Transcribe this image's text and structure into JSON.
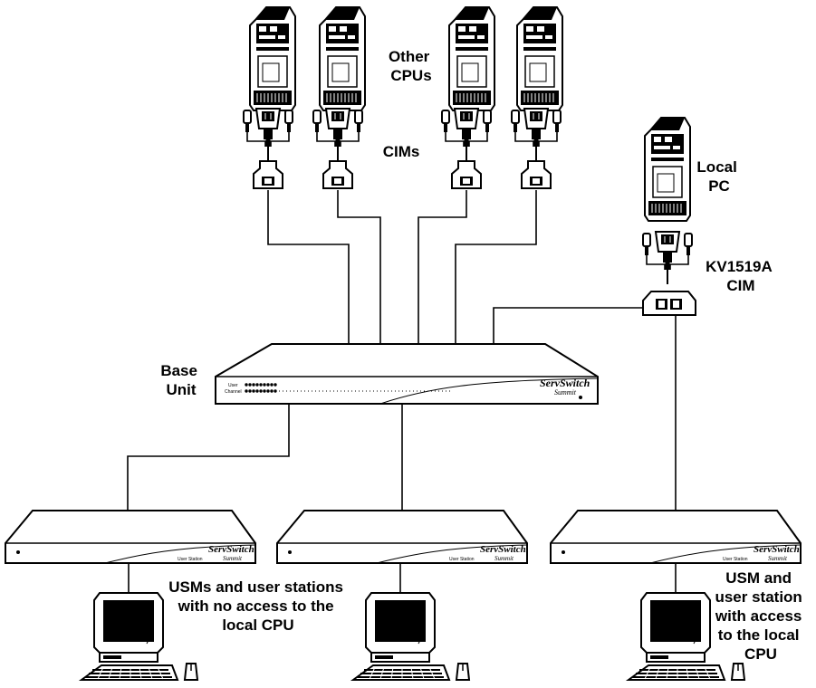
{
  "labels": {
    "other_cpus": [
      "Other",
      "CPUs"
    ],
    "cims": "CIMs",
    "local_pc": [
      "Local",
      "PC"
    ],
    "kv_cim": [
      "KV1519A",
      "CIM"
    ],
    "base_unit": [
      "Base",
      "Unit"
    ],
    "usm_no_access": [
      "USMs and user stations",
      "with no access to the",
      "local CPU"
    ],
    "usm_access": [
      "USM and",
      "user station",
      "with access",
      "to the local",
      "CPU"
    ]
  },
  "devices": {
    "brand_name": "ServSwitch",
    "brand_sub": "Summit",
    "user_station_label": "User Station",
    "base_row_user": "User",
    "base_row_channel": "Channel"
  }
}
